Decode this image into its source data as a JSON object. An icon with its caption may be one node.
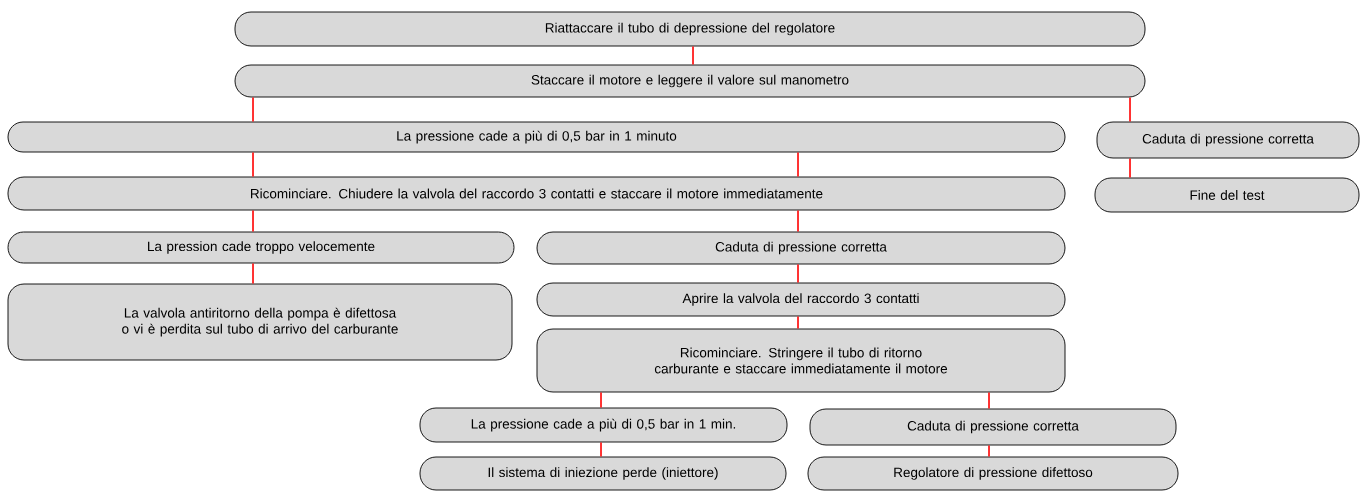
{
  "diagram": {
    "nodes": [
      {
        "text": [
          "Riattaccare il tubo di depressione del regolatore"
        ]
      },
      {
        "text": [
          "Staccare il motore e leggere il valore sul manometro"
        ]
      },
      {
        "text": [
          "La pressione cade a più di 0,5 bar in 1 minuto"
        ]
      },
      {
        "text": [
          "Caduta di pressione corretta"
        ]
      },
      {
        "text": [
          "Ricominciare. Chiudere la valvola del raccordo 3 contatti e staccare il motore immediatamente"
        ]
      },
      {
        "text": [
          "Fine del test"
        ]
      },
      {
        "text": [
          "La pression cade troppo velocemente"
        ]
      },
      {
        "text": [
          "Caduta di pressione corretta"
        ]
      },
      {
        "text": [
          "La valvola antiritorno della pompa è difettosa o vi è perdita sul tubo di arrivo del carburante"
        ]
      },
      {
        "text": [
          "Aprire la valvola del raccordo 3 contatti"
        ]
      },
      {
        "text": [
          "Ricominciare. Stringere il tubo di ritorno carburante e staccare immediatamente il motore"
        ]
      },
      {
        "text": [
          "La pressione cade a più di 0,5 bar in 1 min."
        ]
      },
      {
        "text": [
          "Caduta di pressione corretta"
        ]
      },
      {
        "text": [
          "Il sistema di iniezione perde (iniettore)"
        ]
      },
      {
        "text": [
          "Regolatore di pressione difettoso"
        ]
      }
    ],
    "edges": [
      {
        "from": 0,
        "to": 1,
        "arrow": "none"
      },
      {
        "from": 1,
        "to": 2,
        "arrow": "none"
      },
      {
        "from": 1,
        "to": 3,
        "arrow": "none"
      },
      {
        "from": 2,
        "to": 4,
        "arrow": "none"
      },
      {
        "from": 2,
        "to": 4,
        "arrow": "none"
      },
      {
        "from": 3,
        "to": 5,
        "arrow": "none"
      },
      {
        "from": 4,
        "to": 6,
        "arrow": "none"
      },
      {
        "from": 4,
        "to": 7,
        "arrow": "none"
      },
      {
        "from": 6,
        "to": 8,
        "arrow": "none"
      },
      {
        "from": 7,
        "to": 9,
        "arrow": "none"
      },
      {
        "from": 9,
        "to": 10,
        "arrow": "none"
      },
      {
        "from": 10,
        "to": 11,
        "arrow": "none"
      },
      {
        "from": 10,
        "to": 12,
        "arrow": "none"
      },
      {
        "from": 11,
        "to": 13,
        "arrow": "none"
      },
      {
        "from": 12,
        "to": 14,
        "arrow": "none"
      }
    ]
  }
}
